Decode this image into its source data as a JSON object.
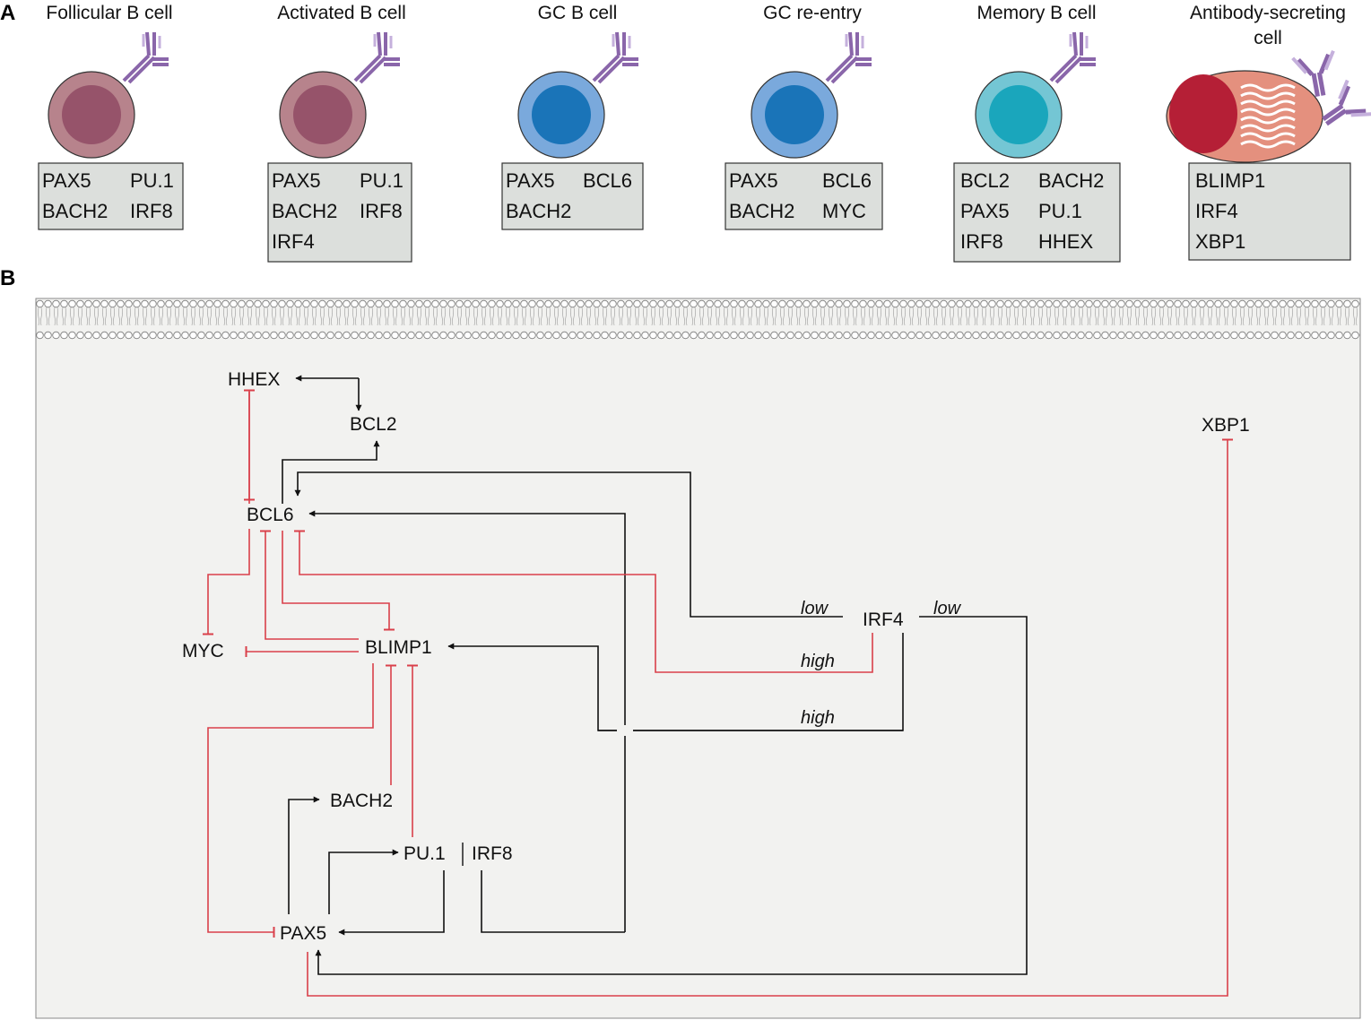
{
  "panel_a": {
    "letter": "A",
    "cells": [
      {
        "title": [
          "Follicular B cell"
        ],
        "markers": [
          [
            "PAX5",
            "PU.1"
          ],
          [
            "BACH2",
            "IRF8"
          ]
        ],
        "membrane_color": "#b7838c",
        "nucleus_color": "#96536a"
      },
      {
        "title": [
          "Activated B cell"
        ],
        "markers": [
          [
            "PAX5",
            "PU.1"
          ],
          [
            "BACH2",
            "IRF8"
          ],
          [
            "IRF4",
            ""
          ]
        ],
        "membrane_color": "#b7838c",
        "nucleus_color": "#96536a"
      },
      {
        "title": [
          "GC B cell"
        ],
        "markers": [
          [
            "PAX5",
            "BCL6"
          ],
          [
            "BACH2",
            ""
          ]
        ],
        "membrane_color": "#7aa9dc",
        "nucleus_color": "#1a74b8"
      },
      {
        "title": [
          "GC re-entry"
        ],
        "markers": [
          [
            "PAX5",
            "BCL6"
          ],
          [
            "BACH2",
            "MYC"
          ]
        ],
        "membrane_color": "#7aa9dc",
        "nucleus_color": "#1a74b8"
      },
      {
        "title": [
          "Memory B cell"
        ],
        "markers": [
          [
            "BCL2",
            "BACH2"
          ],
          [
            "PAX5",
            "PU.1"
          ],
          [
            "IRF8",
            "HHEX"
          ]
        ],
        "membrane_color": "#74c6d4",
        "nucleus_color": "#1aa6bc"
      },
      {
        "title": [
          "Antibody-secreting",
          "cell"
        ],
        "markers": [
          [
            "BLIMP1"
          ],
          [
            "IRF4"
          ],
          [
            "XBP1"
          ]
        ],
        "membrane_color": "#e4907e",
        "nucleus_color": "#b51f36"
      }
    ]
  },
  "panel_b": {
    "letter": "B",
    "nodes": {
      "hhex": "HHEX",
      "bcl2": "BCL2",
      "bcl6": "BCL6",
      "myc": "MYC",
      "blimp1": "BLIMP1",
      "irf4": "IRF4",
      "xbp1": "XBP1",
      "bach2": "BACH2",
      "pu1": "PU.1",
      "irf8": "IRF8",
      "pax5": "PAX5"
    },
    "labels": {
      "low_left": "low",
      "low_right": "low",
      "high_top": "high",
      "high_bottom": "high"
    },
    "colors": {
      "activation": "#111111",
      "repression": "#d9404a",
      "cytoplasm": "#f2f2f0"
    }
  }
}
